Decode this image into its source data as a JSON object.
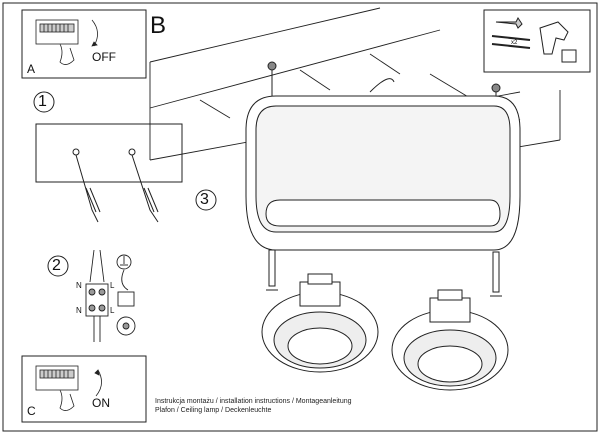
{
  "panels": {
    "a": {
      "label": "A",
      "switch_text": "OFF"
    },
    "b": {
      "label": "B"
    },
    "c": {
      "label": "C",
      "switch_text": "ON"
    }
  },
  "steps": [
    "1",
    "2",
    "3"
  ],
  "tools": {
    "qty": "x2"
  },
  "terminals": {
    "n_top": "N",
    "l_top": "L",
    "n_bottom": "N",
    "l_bottom": "L"
  },
  "caption": {
    "line1": "Instrukcja montażu / installation instructions / Montageanleitung",
    "line2": "Plafon / Ceiling lamp / Deckenleuchte"
  }
}
